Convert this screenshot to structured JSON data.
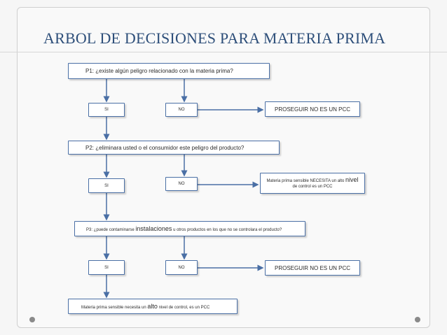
{
  "title": "ARBOL DE DECISIONES PARA MATERIA PRIMA",
  "q1": "P1: ¿existe algún peligro relacionado con la materia prima?",
  "si_label": "SI",
  "no_label": "NO",
  "result_no_pcc": "PROSEGUIR NO ES UN PCC",
  "q2": "P2: ¿eliminara usted o el consumidor este peligro del producto?",
  "result_q2": {
    "part1": "Materia prima sensible NECESITA un alto ",
    "emph": "nivel",
    "part2": " de control es un PCC"
  },
  "q3": {
    "part1": "P3: ¿puede contaminarse ",
    "emph": "instalaciones",
    "part2": " u otros productos en los que no se controlara el producto?"
  },
  "final": {
    "part1": "Materia prima sensible necesita un ",
    "emph": "alto",
    "part2": " nivel de control, es un PCC"
  },
  "colors": {
    "accent": "#4a6fa5",
    "title": "#2e4f7a"
  }
}
